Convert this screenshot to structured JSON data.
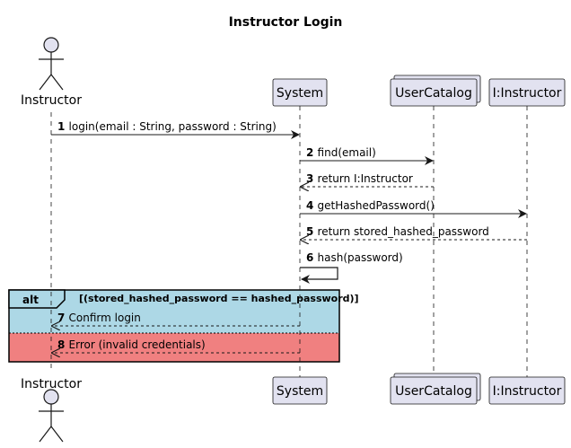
{
  "diagram": {
    "title": "Instructor Login",
    "colors": {
      "participant_fill": "#e2e2f0",
      "participant_stroke": "#181818",
      "lifeline": "#181818",
      "alt_then_fill": "#add8e6",
      "alt_else_fill": "#f08080",
      "alt_border": "#000000"
    },
    "participants": [
      {
        "id": "instructor",
        "label": "Instructor",
        "kind": "actor"
      },
      {
        "id": "system",
        "label": "System",
        "kind": "box"
      },
      {
        "id": "usercatalog",
        "label": "UserCatalog",
        "kind": "collection"
      },
      {
        "id": "iinstructor",
        "label": "I:Instructor",
        "kind": "box"
      }
    ],
    "messages": [
      {
        "num": "1",
        "text": "login(email : String, password : String)",
        "from": "instructor",
        "to": "system",
        "style": "solid"
      },
      {
        "num": "2",
        "text": "find(email)",
        "from": "system",
        "to": "usercatalog",
        "style": "solid"
      },
      {
        "num": "3",
        "text": "return I:Instructor",
        "from": "usercatalog",
        "to": "system",
        "style": "dashed"
      },
      {
        "num": "4",
        "text": "getHashedPassword()",
        "from": "system",
        "to": "iinstructor",
        "style": "solid"
      },
      {
        "num": "5",
        "text": "return stored_hashed_password",
        "from": "iinstructor",
        "to": "system",
        "style": "dashed"
      },
      {
        "num": "6",
        "text": "hash(password)",
        "from": "system",
        "to": "system",
        "style": "self"
      },
      {
        "num": "7",
        "text": "Confirm login",
        "from": "system",
        "to": "instructor",
        "style": "dashed"
      },
      {
        "num": "8",
        "text": "Error (invalid credentials)",
        "from": "system",
        "to": "instructor",
        "style": "dashed"
      }
    ],
    "alt": {
      "label": "alt",
      "guard": "[(stored_hashed_password == hashed_password)]"
    }
  }
}
